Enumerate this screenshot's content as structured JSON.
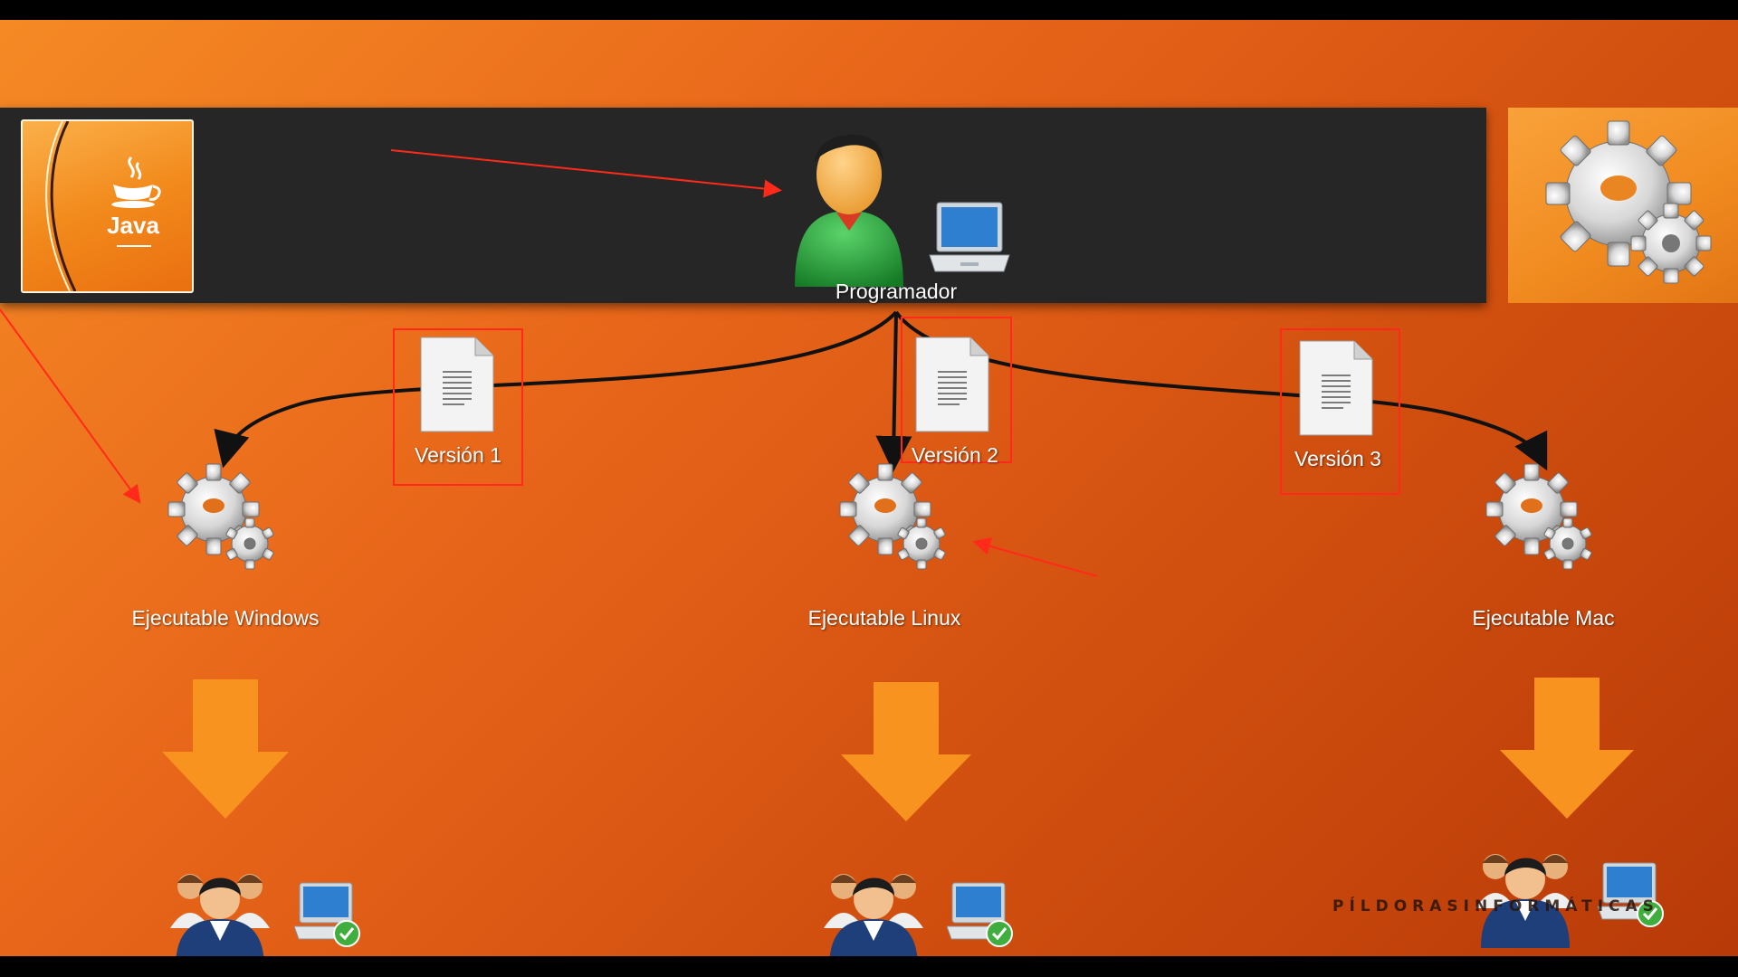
{
  "programmer": {
    "label": "Programador"
  },
  "versions": [
    {
      "label": "Versión 1"
    },
    {
      "label": "Versión 2"
    },
    {
      "label": "Versión 3"
    }
  ],
  "executables": [
    {
      "label": "Ejecutable Windows"
    },
    {
      "label": "Ejecutable Linux"
    },
    {
      "label": "Ejecutable Mac"
    }
  ],
  "logo": {
    "text": "Java"
  },
  "watermark": "PÍLDORASINFORMÁTICAS",
  "colors": {
    "background": "#e8661a",
    "bar": "#262626",
    "annotation": "#ff2a1a",
    "down_arrow": "#f7931e"
  },
  "icons": [
    "java-logo-icon",
    "gears-icon",
    "person-icon",
    "laptop-icon",
    "document-icon",
    "users-group-icon",
    "laptop-check-icon",
    "down-arrow-icon"
  ]
}
